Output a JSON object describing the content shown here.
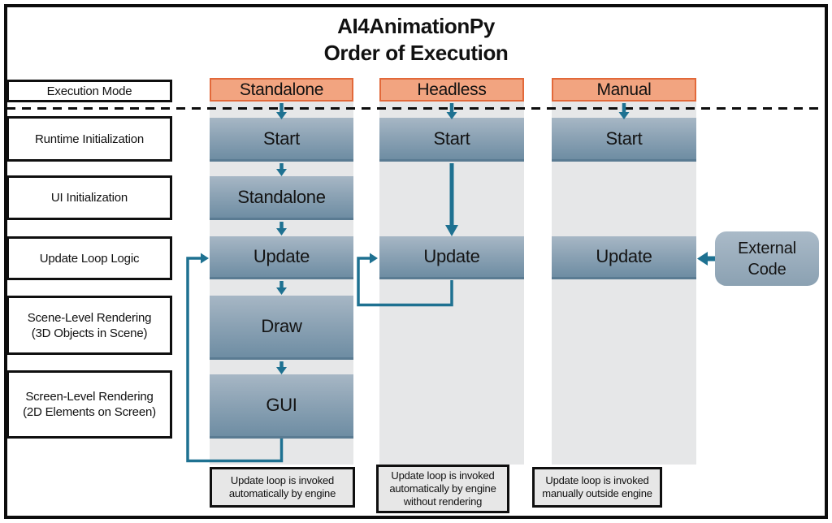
{
  "title": {
    "line1": "AI4AnimationPy",
    "line2": "Order of Execution"
  },
  "row_labels": {
    "execution_mode": "Execution Mode",
    "runtime_initialization": "Runtime Initialization",
    "ui_initialization": "UI Initialization",
    "update_loop_logic": "Update Loop Logic",
    "scene_rendering_line1": "Scene-Level Rendering",
    "scene_rendering_line2": "(3D Objects in Scene)",
    "screen_rendering_line1": "Screen-Level Rendering",
    "screen_rendering_line2": "(2D Elements on Screen)"
  },
  "columns": {
    "standalone": {
      "header": "Standalone",
      "steps": {
        "start": "Start",
        "ui": "Standalone",
        "update": "Update",
        "draw": "Draw",
        "gui": "GUI"
      },
      "footnote_lines": [
        "Update loop is invoked",
        "automatically by engine"
      ]
    },
    "headless": {
      "header": "Headless",
      "steps": {
        "start": "Start",
        "update": "Update"
      },
      "footnote_lines": [
        "Update loop is invoked",
        "automatically by engine",
        "without rendering"
      ]
    },
    "manual": {
      "header": "Manual",
      "steps": {
        "start": "Start",
        "update": "Update"
      },
      "footnote_lines": [
        "Update loop is invoked",
        "manually outside engine"
      ]
    }
  },
  "external_code": {
    "line1": "External",
    "line2": "Code"
  },
  "colors": {
    "arrow_teal": "#1e7191",
    "mode_header_fill": "#f2a480",
    "mode_header_border": "#e2693a",
    "node_gradient_top": "#a7b7c5",
    "node_gradient_bottom": "#6e8da3",
    "column_band_gray": "#e6e7e8",
    "footnote_fill": "#e7e7e7"
  },
  "connections": [
    "Standalone: Standalone → Start → Standalone → Update → Draw → GUI → loop back to Update",
    "Headless: Headless → Start → Update → loop back to Update",
    "Manual: Manual → Start; External Code → Update"
  ]
}
